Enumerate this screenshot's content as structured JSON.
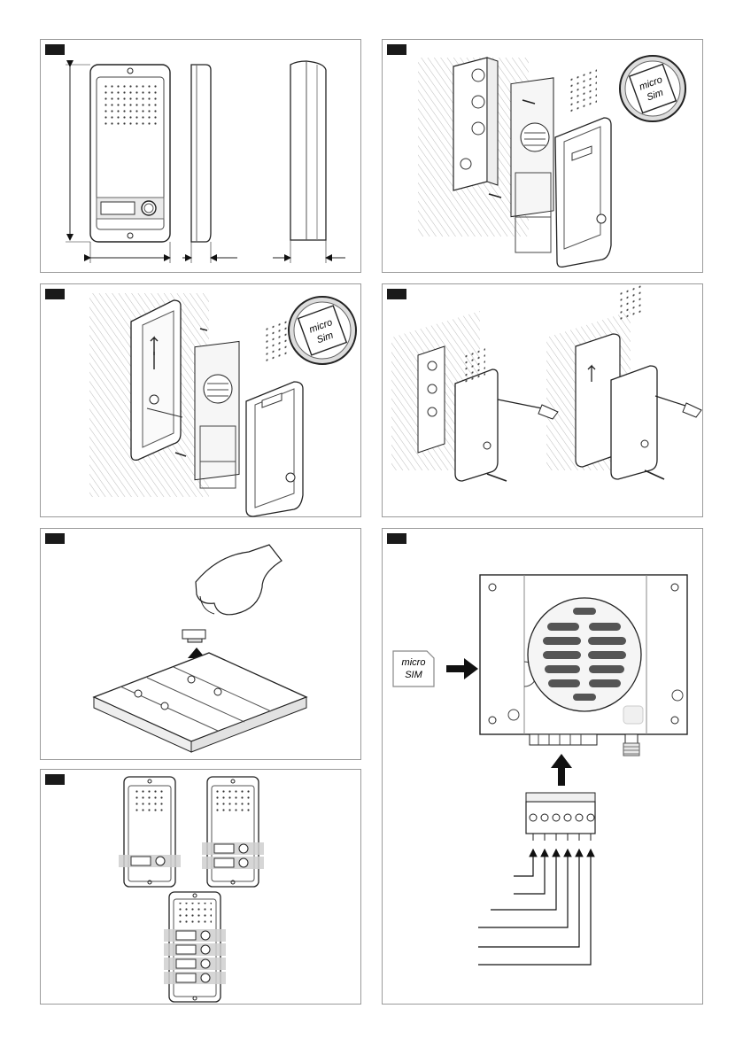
{
  "sim_labels": {
    "micro_sim_large_line1": "micro",
    "micro_sim_large_line2": "SIM",
    "micro_sim_badge_line1": "micro",
    "micro_sim_badge_line2": "Sim"
  },
  "colors": {
    "badge": "#1a1a1a",
    "border": "#9a9a9a",
    "grille_slot": "#555555",
    "arrow": "#111111"
  },
  "button_configurations": [
    1,
    2,
    4
  ]
}
